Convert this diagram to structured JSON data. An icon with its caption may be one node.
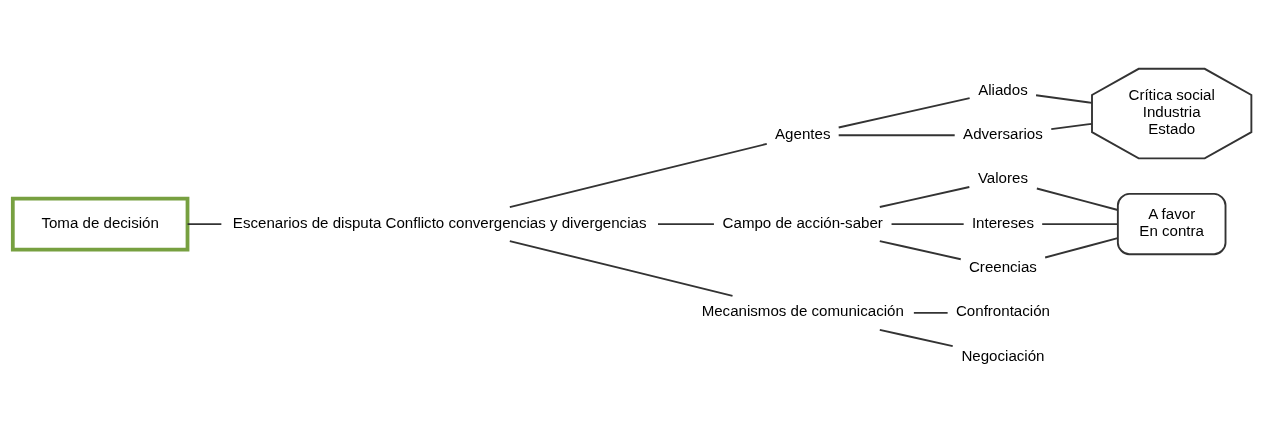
{
  "diagram": {
    "nodes": [
      {
        "text": [
          "Toma de decisión"
        ]
      },
      {
        "text": [
          "Escenarios de disputa Conflicto convergencias y divergencias"
        ]
      },
      {
        "text": [
          "Agentes"
        ]
      },
      {
        "text": [
          "Campo de acción-saber"
        ]
      },
      {
        "text": [
          "Mecanismos de comunicación"
        ]
      },
      {
        "text": [
          "Aliados"
        ]
      },
      {
        "text": [
          "Adversarios"
        ]
      },
      {
        "text": [
          "Valores"
        ]
      },
      {
        "text": [
          "Intereses"
        ]
      },
      {
        "text": [
          "Creencias"
        ]
      },
      {
        "text": [
          "Confrontación"
        ]
      },
      {
        "text": [
          "Negociación"
        ]
      },
      {
        "text": [
          "Crítica social",
          "Industria",
          "Estado"
        ]
      },
      {
        "text": [
          "A favor",
          "En contra"
        ]
      }
    ],
    "edges": [
      {
        "from": 0,
        "to": 1,
        "arrow": "none"
      },
      {
        "from": 1,
        "to": 2,
        "arrow": "none"
      },
      {
        "from": 1,
        "to": 3,
        "arrow": "none"
      },
      {
        "from": 1,
        "to": 4,
        "arrow": "none"
      },
      {
        "from": 2,
        "to": 5,
        "arrow": "none"
      },
      {
        "from": 2,
        "to": 6,
        "arrow": "none"
      },
      {
        "from": 3,
        "to": 7,
        "arrow": "none"
      },
      {
        "from": 3,
        "to": 8,
        "arrow": "none"
      },
      {
        "from": 3,
        "to": 9,
        "arrow": "none"
      },
      {
        "from": 4,
        "to": 10,
        "arrow": "none"
      },
      {
        "from": 4,
        "to": 11,
        "arrow": "none"
      },
      {
        "from": 5,
        "to": 12,
        "arrow": "none"
      },
      {
        "from": 6,
        "to": 12,
        "arrow": "none"
      },
      {
        "from": 7,
        "to": 13,
        "arrow": "none"
      },
      {
        "from": 8,
        "to": 13,
        "arrow": "none"
      },
      {
        "from": 9,
        "to": 13,
        "arrow": "none"
      }
    ]
  }
}
